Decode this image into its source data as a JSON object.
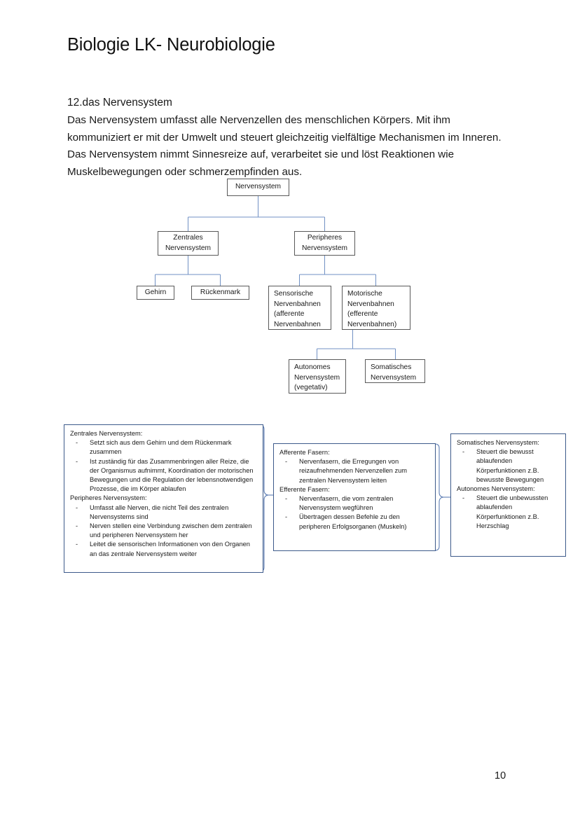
{
  "document": {
    "title": "Biologie LK- Neurobiologie",
    "section_heading": "12.das Nervensystem",
    "intro_paragraph": "Das Nervensystem umfasst alle Nervenzellen des menschlichen Körpers. Mit ihm kommuniziert er mit der Umwelt und steuert gleichzeitig vielfältige Mechanismen im Inneren. Das Nervensystem nimmt Sinnesreize auf, verarbeitet sie und löst Reaktionen wie Muskelbewegungen oder schmerzempfinden aus.",
    "page_number": "10"
  },
  "diagram": {
    "nodes": {
      "root": {
        "lines": [
          "Nervensystem"
        ]
      },
      "zns": {
        "lines": [
          "Zentrales",
          "Nervensystem"
        ]
      },
      "pns": {
        "lines": [
          "Peripheres",
          "Nervensystem"
        ]
      },
      "gehirn": {
        "lines": [
          "Gehirn"
        ]
      },
      "rueckenmark": {
        "lines": [
          "Rückenmark"
        ]
      },
      "sensorisch": {
        "lines": [
          "Sensorische",
          "Nervenbahnen",
          "(afferente",
          "Nervenbahnen"
        ]
      },
      "motorisch": {
        "lines": [
          "Motorische",
          "Nervenbahnen",
          "(efferente",
          "Nervenbahnen)"
        ]
      },
      "autonom": {
        "lines": [
          "Autonomes",
          "Nervensystem",
          "(vegetativ)"
        ]
      },
      "somatisch": {
        "lines": [
          "Somatisches",
          "Nervensystem"
        ]
      }
    },
    "line_color": "#7191c4",
    "box_border_color": "#595959"
  },
  "notes": {
    "left": {
      "groups": [
        {
          "heading": "Zentrales Nervensystem:",
          "bullet": "-",
          "items": [
            "Setzt sich aus dem Gehirn und dem Rückenmark zusammen",
            "Ist zuständig für das Zusammenbringen aller Reize, die der Organismus aufnimmt, Koordination der motorischen Bewegungen und die Regulation der lebensnotwendigen Prozesse, die im Körper ablaufen"
          ]
        },
        {
          "heading": "Peripheres Nervensystem:",
          "bullet": "-",
          "items": [
            "Umfasst alle Nerven, die nicht Teil des zentralen Nervensystems sind",
            "Nerven stellen eine Verbindung zwischen dem zentralen und peripheren Nervensystem her",
            "Leitet die sensorischen Informationen von den Organen an das zentrale Nervensystem weiter"
          ]
        }
      ]
    },
    "middle": {
      "groups": [
        {
          "heading": "Afferente Fasern:",
          "bullet": "-",
          "items": [
            "Nervenfasern, die Erregungen von reizaufnehmenden Nervenzellen zum zentralen Nervensystem leiten"
          ]
        },
        {
          "heading": "Efferente Fasern:",
          "bullet": "-",
          "items": [
            "Nervenfasern, die vom zentralen Nervensystem wegführen",
            "Übertragen dessen Befehle zu den peripheren Erfolgsorganen (Muskeln)"
          ]
        }
      ]
    },
    "right": {
      "groups": [
        {
          "heading": "Somatisches Nervensystem:",
          "bullet": "-",
          "items": [
            "Steuert die bewusst ablaufenden Körperfunktionen z.B. bewusste Bewegungen"
          ]
        },
        {
          "heading": "Autonomes Nervensystem:",
          "bullet": "-",
          "items": [
            "Steuert die unbewussten ablaufenden Körperfunktionen z.B. Herzschlag"
          ]
        }
      ]
    },
    "border_color": "#3d5a8a"
  }
}
